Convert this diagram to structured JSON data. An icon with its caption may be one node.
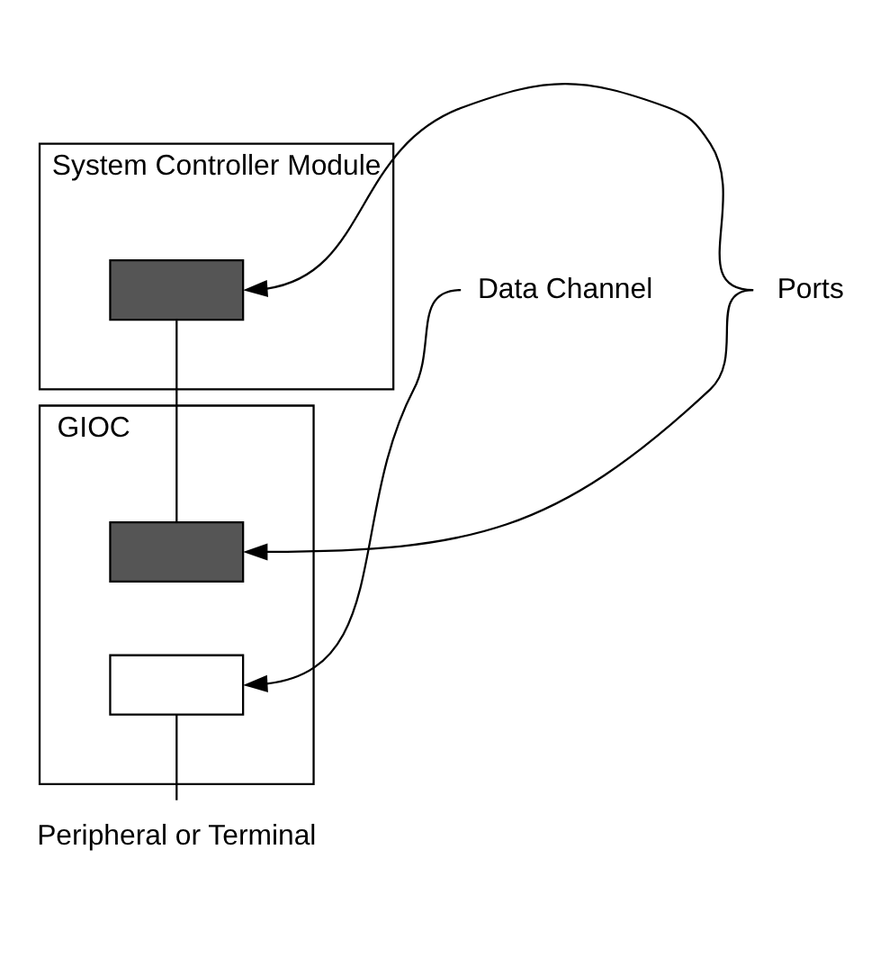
{
  "diagram": {
    "nodes": [
      {
        "text": [
          "System Controller Module"
        ]
      },
      {
        "text": [],
        "shape": "box",
        "in": 0
      },
      {
        "text": [
          "GIOC"
        ]
      },
      {
        "text": [],
        "shape": "box",
        "in": 2
      },
      {
        "text": [],
        "shape": "box",
        "in": 2
      },
      {
        "text": [
          "Ports"
        ]
      },
      {
        "text": [
          "Data Channel"
        ]
      },
      {
        "text": [
          "Peripheral or Terminal"
        ]
      }
    ],
    "edges": [
      {
        "from": 1,
        "to": 3,
        "arrow": "none"
      },
      {
        "from": 5,
        "to": 1,
        "arrow": "to"
      },
      {
        "from": 5,
        "to": 3,
        "arrow": "to"
      },
      {
        "from": 6,
        "to": 4,
        "arrow": "to"
      },
      {
        "from": 4,
        "to": 7,
        "arrow": "none"
      }
    ]
  }
}
